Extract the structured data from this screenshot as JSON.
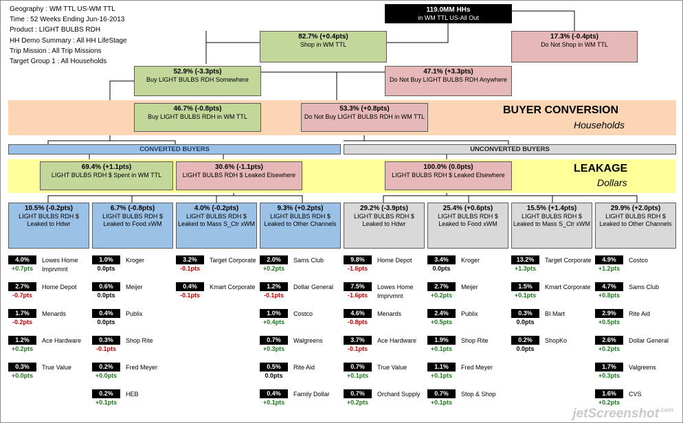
{
  "info": {
    "lines": [
      "Geography : WM TTL US-WM TTL",
      "Time : 52 Weeks Ending Jun-16-2013",
      "Product : LIGHT BULBS RDH",
      "HH Demo Summary : All HH LifeStage",
      "Trip Mission : All Trip Missions",
      "Target Group 1 : All Households"
    ]
  },
  "tree": {
    "root": {
      "value": "119.0MM HHs",
      "label": "in WM TTL US-All Out"
    },
    "shop": {
      "value": "82.7% (+0.4pts)",
      "label": "Shop in WM TTL"
    },
    "not_shop": {
      "value": "17.3% (-0.4pts)",
      "label": "Do Not Shop in WM TTL"
    },
    "buy_some": {
      "value": "52.9% (-3.3pts)",
      "label": "Buy LIGHT BULBS RDH Somewhere"
    },
    "not_buy_any": {
      "value": "47.1% (+3.3pts)",
      "label": "Do Not Buy LIGHT BULBS RDH Anywhere"
    },
    "buy_wm": {
      "value": "46.7% (-0.8pts)",
      "label": "Buy LIGHT BULBS RDH in WM TTL"
    },
    "not_buy_wm": {
      "value": "53.3% (+0.8pts)",
      "label": "Do Not Buy LIGHT BULBS RDH in WM TTL"
    }
  },
  "bands": {
    "conversion": {
      "title": "BUYER CONVERSION",
      "subtitle": "Households"
    },
    "leakage": {
      "title": "LEAKAGE",
      "subtitle": "Dollars"
    }
  },
  "headers": {
    "converted": "CONVERTED BUYERS",
    "unconverted": "UNCONVERTED BUYERS"
  },
  "leakage": {
    "spent_wm": {
      "value": "69.4% (+1.1pts)",
      "label": "LIGHT BULBS RDH $ Spent in WM TTL"
    },
    "leaked_conv": {
      "value": "30.6% (-1.1pts)",
      "label": "LIGHT BULBS RDH $ Leaked Elsewhere"
    },
    "leaked_unconv": {
      "value": "100.0% (0.0pts)",
      "label": "LIGHT BULBS RDH $ Leaked Elsewhere"
    }
  },
  "channels": [
    {
      "value": "10.5% (-0.2pts)",
      "label": "LIGHT BULBS RDH $ Leaked to Hdwr"
    },
    {
      "value": "6.7% (-0.8pts)",
      "label": "LIGHT BULBS RDH $ Leaked to Food xWM"
    },
    {
      "value": "4.0% (-0.2pts)",
      "label": "LIGHT BULBS RDH $ Leaked to Mass S_Ctr xWM"
    },
    {
      "value": "9.3% (+0.2pts)",
      "label": "LIGHT BULBS RDH $ Leaked to Other Channels"
    },
    {
      "value": "29.2% (-3.9pts)",
      "label": "LIGHT BULBS RDH $ Leaked to Hdwr"
    },
    {
      "value": "25.4% (+0.6pts)",
      "label": "LIGHT BULBS RDH $ Leaked to Food xWM"
    },
    {
      "value": "15.5% (+1.4pts)",
      "label": "LIGHT BULBS RDH $ Leaked to Mass S_Ctr xWM"
    },
    {
      "value": "29.9% (+2.0pts)",
      "label": "LIGHT BULBS RDH $ Leaked to Other Channels"
    }
  ],
  "retailers": [
    [
      {
        "pct": "4.0%",
        "chg": "+0.7pts",
        "name": "Lowes Home Imprvmnt"
      },
      {
        "pct": "2.7%",
        "chg": "-0.7pts",
        "name": "Home Depot"
      },
      {
        "pct": "1.7%",
        "chg": "-0.2pts",
        "name": "Menards"
      },
      {
        "pct": "1.2%",
        "chg": "+0.2pts",
        "name": "Ace Hardware"
      },
      {
        "pct": "0.3%",
        "chg": "+0.0pts",
        "name": "True Value"
      }
    ],
    [
      {
        "pct": "1.0%",
        "chg": "0.0pts",
        "name": "Kroger"
      },
      {
        "pct": "0.6%",
        "chg": "0.0pts",
        "name": "Meijer"
      },
      {
        "pct": "0.4%",
        "chg": "0.0pts",
        "name": "Publix"
      },
      {
        "pct": "0.3%",
        "chg": "-0.1pts",
        "name": "Shop Rite"
      },
      {
        "pct": "0.2%",
        "chg": "+0.0pts",
        "name": "Fred Meyer"
      },
      {
        "pct": "0.2%",
        "chg": "+0.1pts",
        "name": "HEB"
      }
    ],
    [
      {
        "pct": "3.2%",
        "chg": "-0.1pts",
        "name": "Target Corporate"
      },
      {
        "pct": "0.4%",
        "chg": "-0.1pts",
        "name": "Kmart Corporate"
      }
    ],
    [
      {
        "pct": "2.0%",
        "chg": "+0.2pts",
        "name": "Sams Club"
      },
      {
        "pct": "1.2%",
        "chg": "-0.1pts",
        "name": "Dollar General"
      },
      {
        "pct": "1.0%",
        "chg": "+0.4pts",
        "name": "Costco"
      },
      {
        "pct": "0.7%",
        "chg": "+0.3pts",
        "name": "Walgreens"
      },
      {
        "pct": "0.5%",
        "chg": "0.0pts",
        "name": "Rite Aid"
      },
      {
        "pct": "0.4%",
        "chg": "+0.1pts",
        "name": "Family Dollar"
      }
    ],
    [
      {
        "pct": "9.8%",
        "chg": "-1.6pts",
        "name": "Home Depot"
      },
      {
        "pct": "7.5%",
        "chg": "-1.6pts",
        "name": "Lowes Home Imprvmnt"
      },
      {
        "pct": "4.6%",
        "chg": "-0.8pts",
        "name": "Menards"
      },
      {
        "pct": "3.7%",
        "chg": "-0.1pts",
        "name": "Ace Hardware"
      },
      {
        "pct": "0.7%",
        "chg": "+0.1pts",
        "name": "True Value"
      },
      {
        "pct": "0.7%",
        "chg": "+0.2pts",
        "name": "Orchard Supply"
      }
    ],
    [
      {
        "pct": "3.4%",
        "chg": "0.0pts",
        "name": "Kroger"
      },
      {
        "pct": "2.7%",
        "chg": "+0.2pts",
        "name": "Meijer"
      },
      {
        "pct": "2.4%",
        "chg": "+0.5pts",
        "name": "Publix"
      },
      {
        "pct": "1.9%",
        "chg": "+0.1pts",
        "name": "Shop Rite"
      },
      {
        "pct": "1.1%",
        "chg": "+0.1pts",
        "name": "Fred Meyer"
      },
      {
        "pct": "0.7%",
        "chg": "+0.1pts",
        "name": "Stop & Shop"
      }
    ],
    [
      {
        "pct": "13.2%",
        "chg": "+1.3pts",
        "name": "Target Corporate"
      },
      {
        "pct": "1.5%",
        "chg": "+0.1pts",
        "name": "Kmart Corporate"
      },
      {
        "pct": "0.3%",
        "chg": "0.0pts",
        "name": "BI Mart"
      },
      {
        "pct": "0.2%",
        "chg": "0.0pts",
        "name": "ShopKo"
      }
    ],
    [
      {
        "pct": "4.9%",
        "chg": "+1.2pts",
        "name": "Costco"
      },
      {
        "pct": "4.7%",
        "chg": "+0.8pts",
        "name": "Sams Club"
      },
      {
        "pct": "2.9%",
        "chg": "+0.5pts",
        "name": "Rite Aid"
      },
      {
        "pct": "2.6%",
        "chg": "+0.2pts",
        "name": "Dollar General"
      },
      {
        "pct": "1.7%",
        "chg": "+0.3pts",
        "name": "Valgreens"
      },
      {
        "pct": "1.6%",
        "chg": "+0.2pts",
        "name": "CVS"
      }
    ]
  ],
  "watermark": {
    "text": "jetScreenshot",
    "suffix": ".com"
  }
}
